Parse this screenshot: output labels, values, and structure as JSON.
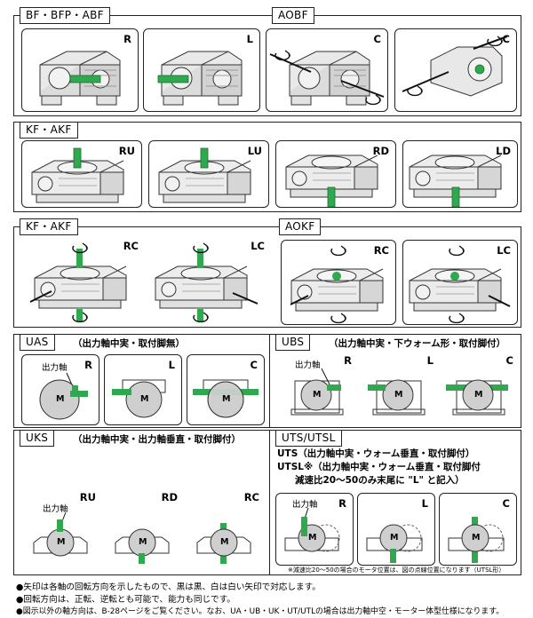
{
  "sections": {
    "bf": {
      "tag": "BF・BFP・ABF"
    },
    "aobf": {
      "tag": "AOBF"
    },
    "kf1": {
      "tag": "KF・AKF"
    },
    "kf2": {
      "tag": "KF・AKF"
    },
    "aokf": {
      "tag": "AOKF"
    },
    "uas": {
      "tag": "UAS",
      "desc": "（出力軸中実・取付脚無）"
    },
    "ubs": {
      "tag": "UBS",
      "desc": "（出力軸中実・下ウォーム形・取付脚付）"
    },
    "uks": {
      "tag": "UKS",
      "desc": "（出力軸中実・出力軸垂直・取付脚付）"
    },
    "uts": {
      "tag": "UTS/UTSL",
      "line1": "UTS（出力軸中実・ウォーム垂直・取付脚付）",
      "line2": "UTSL※（出力軸中実・ウォーム垂直・取付脚付",
      "line3": "減速比20～50のみ末尾に \"L\" と記入）"
    }
  },
  "labels": {
    "bf_r": "R",
    "bf_l": "L",
    "aobf_c1": "C",
    "aobf_c2": "C",
    "kf_ru": "RU",
    "kf_lu": "LU",
    "kf_rd": "RD",
    "kf_ld": "LD",
    "kf_rc": "RC",
    "kf_lc": "LC",
    "aokf_rc": "RC",
    "aokf_lc": "LC",
    "uas_r": "R",
    "uas_l": "L",
    "uas_c": "C",
    "ubs_r": "R",
    "ubs_l": "L",
    "ubs_c": "C",
    "uks_ru": "RU",
    "uks_rd": "RD",
    "uks_rc": "RC",
    "uts_r": "R",
    "uts_l": "L",
    "uts_c": "C"
  },
  "motor_letter": "M",
  "annotations": {
    "output_shaft": "出力軸",
    "uts_note": "※減速比20～50の場合のモータ位置は、図の点線位置になります（UTSL形）"
  },
  "footnotes": [
    "●矢印は各軸の回転方向を示したもので、黒は黒、白は白い矢印で対応します。",
    "●回転方向は、正転、逆転とも可能で、能力も同じです。",
    "●図示以外の軸方向は、B-28ページをご覧ください。なお、UA・UB・UK・UT/UTLの場合は出力軸中空・モーター体型仕様になります。"
  ],
  "colors": {
    "shaft_green": "#2fa84f",
    "motor_gray": "#cfcfcf",
    "body_gray": "#e6e6e6",
    "line": "#222222"
  }
}
